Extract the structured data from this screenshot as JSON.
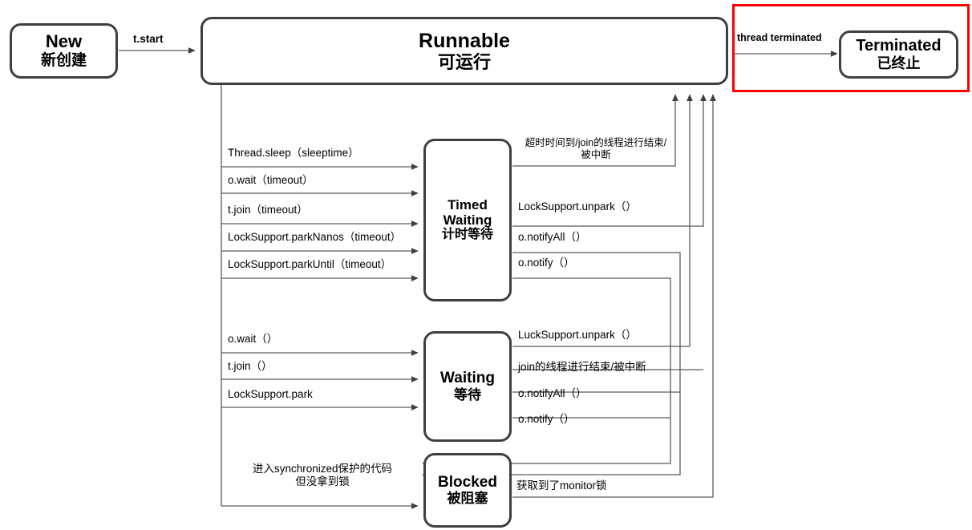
{
  "diagram": {
    "title": "Java Thread State Transition Diagram",
    "highlight_color": "#ff0000",
    "line_color": "#5a5a5a",
    "node_border_color": "#3f3f3f"
  },
  "nodes": {
    "new": {
      "en": "New",
      "zh": "新创建"
    },
    "runnable": {
      "en": "Runnable",
      "zh": "可运行"
    },
    "terminated": {
      "en": "Terminated",
      "zh": "已终止"
    },
    "timed_waiting": {
      "en": "Timed\nWaiting",
      "en_line1": "Timed",
      "en_line2": "Waiting",
      "zh": "计时等待"
    },
    "waiting": {
      "en": "Waiting",
      "zh": "等待"
    },
    "blocked": {
      "en": "Blocked",
      "zh": "被阻塞"
    }
  },
  "edges": {
    "start": "t.start",
    "terminate": "thread terminated",
    "to_timed_waiting": [
      "Thread.sleep（sleeptime）",
      "o.wait（timeout）",
      "t.join（timeout）",
      "LockSupport.parkNanos（timeout）",
      "LockSupport.parkUntil（timeout）"
    ],
    "from_timed_waiting": [
      {
        "line1": "超时时间到/join的线程进行结束/",
        "line2": "被中断"
      },
      {
        "line1": "LockSupport.unpark（）"
      },
      {
        "line1": "o.notifyAll（）"
      },
      {
        "line1": "o.notify（）"
      }
    ],
    "to_waiting": [
      "o.wait（）",
      "t.join（）",
      "LockSupport.park"
    ],
    "from_waiting": [
      "LuckSupport.unpark（）",
      "join的线程进行结束/被中断",
      "o.notifyAll（）",
      "o.notify（）"
    ],
    "to_blocked": {
      "line1": "进入synchronized保护的代码",
      "line2": "但没拿到锁"
    },
    "from_blocked": "获取到了monitor锁"
  }
}
